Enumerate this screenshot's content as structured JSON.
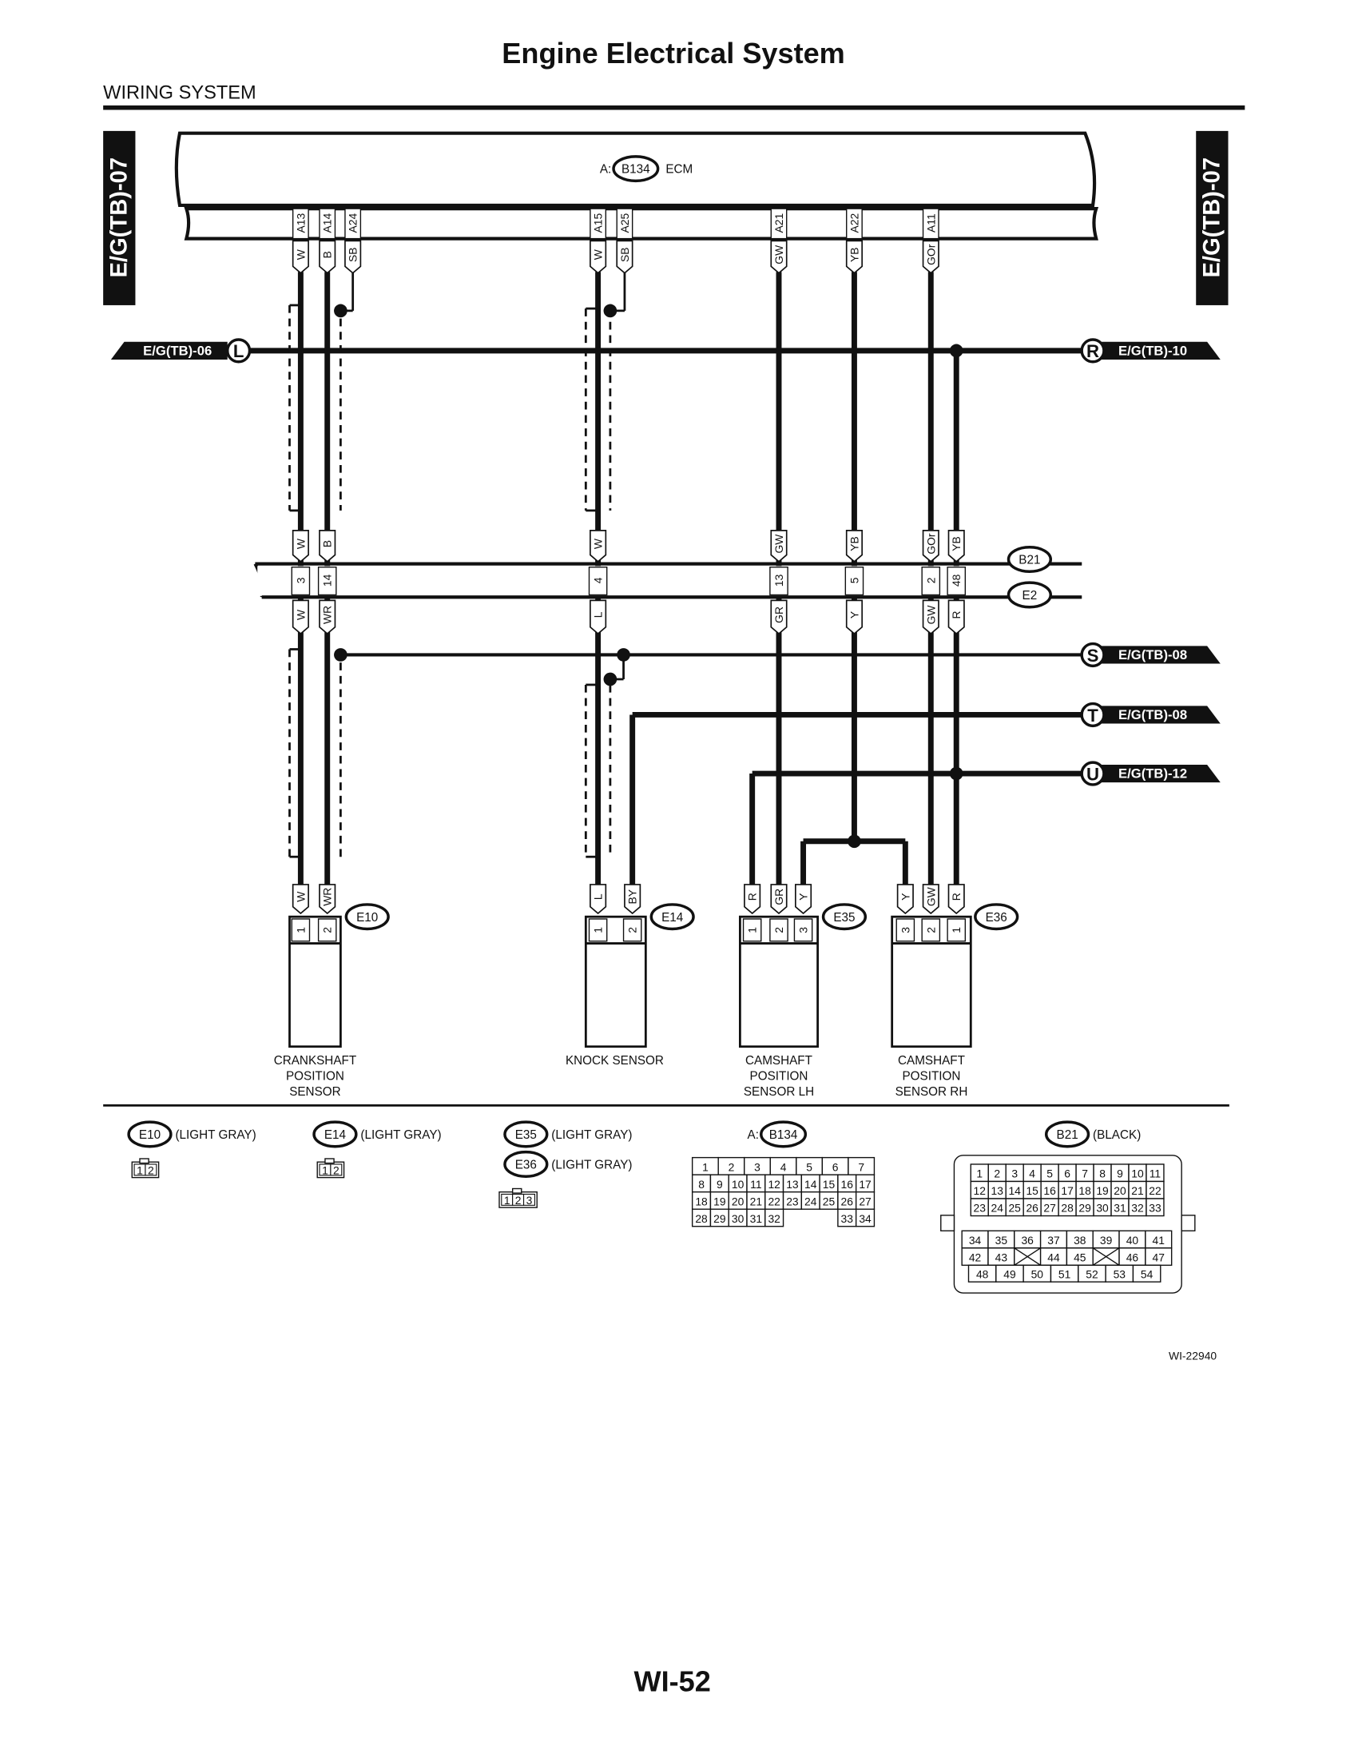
{
  "header": {
    "title": "Engine Electrical System",
    "section": "WIRING SYSTEM"
  },
  "side_tab": {
    "left": "E/G(TB)-07",
    "right": "E/G(TB)-07"
  },
  "ecm": {
    "prefix": "A:",
    "connector": "B134",
    "name": "ECM"
  },
  "ecm_pins": [
    {
      "pin": "A13",
      "color": "W"
    },
    {
      "pin": "A14",
      "color": "B"
    },
    {
      "pin": "A24",
      "color": "SB"
    },
    {
      "pin": "A15",
      "color": "W"
    },
    {
      "pin": "A25",
      "color": "SB"
    },
    {
      "pin": "A21",
      "color": "GW"
    },
    {
      "pin": "A22",
      "color": "YB"
    },
    {
      "pin": "A11",
      "color": "GOr"
    }
  ],
  "joint_connector": {
    "id": "B21",
    "id2": "E2",
    "pins": [
      {
        "top": "W",
        "pin": "3",
        "bottom": "W"
      },
      {
        "top": "B",
        "pin": "14",
        "bottom": "WR"
      },
      {
        "top": "W",
        "pin": "4",
        "bottom": "L"
      },
      {
        "top": "GW",
        "pin": "13",
        "bottom": "GR"
      },
      {
        "top": "YB",
        "pin": "5",
        "bottom": "Y"
      },
      {
        "top": "GOr",
        "pin": "2",
        "bottom": "GW"
      },
      {
        "top": "YB",
        "pin": "48",
        "bottom": "R"
      }
    ]
  },
  "buses": [
    {
      "letter": "L",
      "ref": "E/G(TB)-06"
    },
    {
      "letter": "R",
      "ref": "E/G(TB)-10"
    },
    {
      "letter": "S",
      "ref": "E/G(TB)-08"
    },
    {
      "letter": "T",
      "ref": "E/G(TB)-08"
    },
    {
      "letter": "U",
      "ref": "E/G(TB)-12"
    }
  ],
  "sensors": [
    {
      "connector": "E10",
      "name": [
        "CRANKSHAFT",
        "POSITION",
        "SENSOR"
      ],
      "wires": [
        "W",
        "WR"
      ],
      "pins": [
        "1",
        "2"
      ]
    },
    {
      "connector": "E14",
      "name": [
        "KNOCK SENSOR"
      ],
      "wires": [
        "L",
        "BY"
      ],
      "pins": [
        "1",
        "2"
      ]
    },
    {
      "connector": "E35",
      "name": [
        "CAMSHAFT",
        "POSITION",
        "SENSOR LH"
      ],
      "wires": [
        "R",
        "GR",
        "Y"
      ],
      "pins": [
        "1",
        "2",
        "3"
      ]
    },
    {
      "connector": "E36",
      "name": [
        "CAMSHAFT",
        "POSITION",
        "SENSOR RH"
      ],
      "wires": [
        "Y",
        "GW",
        "R"
      ],
      "pins": [
        "3",
        "2",
        "1"
      ]
    }
  ],
  "legend": {
    "e10": {
      "id": "E10",
      "color": "(LIGHT GRAY)",
      "pins": [
        "1",
        "2"
      ]
    },
    "e14": {
      "id": "E14",
      "color": "(LIGHT GRAY)",
      "pins": [
        "1",
        "2"
      ]
    },
    "e35": {
      "id": "E35",
      "color": "(LIGHT GRAY)"
    },
    "e36": {
      "id": "E36",
      "color": "(LIGHT GRAY)",
      "pins": [
        "1",
        "2",
        "3"
      ]
    },
    "b134": {
      "prefix": "A:",
      "id": "B134",
      "rows": [
        [
          "1",
          "2",
          "3",
          "4",
          "5",
          "6",
          "7"
        ],
        [
          "8",
          "9",
          "10",
          "11",
          "12",
          "13",
          "14",
          "15",
          "16",
          "17"
        ],
        [
          "18",
          "19",
          "20",
          "21",
          "22",
          "23",
          "24",
          "25",
          "26",
          "27"
        ],
        [
          "28",
          "29",
          "30",
          "31",
          "32",
          "",
          "",
          "",
          "33",
          "34"
        ]
      ]
    },
    "b21": {
      "id": "B21",
      "color": "(BLACK)",
      "upper": [
        [
          "1",
          "2",
          "3",
          "4",
          "5",
          "6",
          "7",
          "8",
          "9",
          "10",
          "11"
        ],
        [
          "12",
          "13",
          "14",
          "15",
          "16",
          "17",
          "18",
          "19",
          "20",
          "21",
          "22"
        ],
        [
          "23",
          "24",
          "25",
          "26",
          "27",
          "28",
          "29",
          "30",
          "31",
          "32",
          "33"
        ]
      ],
      "lower": [
        [
          "34",
          "35",
          "36",
          "37",
          "38",
          "39",
          "40",
          "41"
        ],
        [
          "42",
          "43",
          "X",
          "44",
          "45",
          "X",
          "46",
          "47"
        ]
      ],
      "bottom": [
        "48",
        "49",
        "50",
        "51",
        "52",
        "53",
        "54"
      ]
    }
  },
  "figure_id": "WI-22940",
  "page_number": "WI-52"
}
